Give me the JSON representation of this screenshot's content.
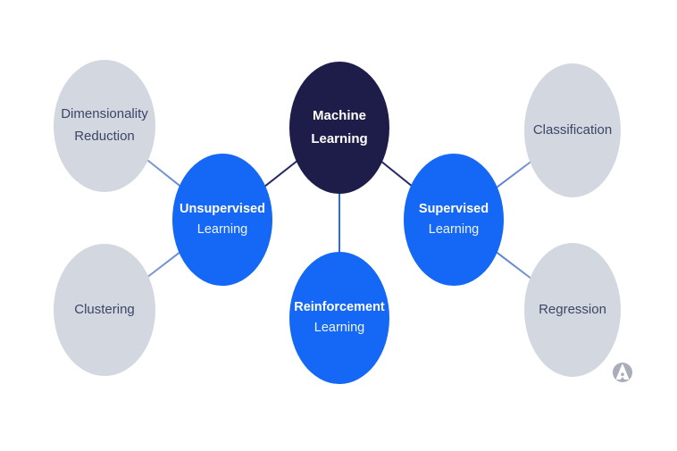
{
  "diagram": {
    "type": "concept-map",
    "topic": "Machine Learning"
  },
  "colors": {
    "background": "#ffffff",
    "root_fill": "#1e1c49",
    "branch_fill": "#1568f5",
    "leaf_fill": "#d3d7e0",
    "root_text": "#ffffff",
    "branch_text": "#ffffff",
    "leaf_text": "#3d4566",
    "edge_navy": "#262a63",
    "edge_blue": "#2c6be2",
    "edge_fade_gray": "#a8b2c9",
    "logo_gray": "#a8adb9"
  },
  "nodes": {
    "machine_learning": {
      "label": "Machine Learning"
    },
    "unsupervised": {
      "title": "Unsupervised",
      "subtitle": "Learning"
    },
    "supervised": {
      "title": "Supervised",
      "subtitle": "Learning"
    },
    "reinforcement": {
      "title": "Reinforcement",
      "subtitle": "Learning"
    },
    "dimensionality_reduction": {
      "label": "Dimensionality Reduction"
    },
    "clustering": {
      "label": "Clustering"
    },
    "classification": {
      "label": "Classification"
    },
    "regression": {
      "label": "Regression"
    }
  },
  "edges": [
    {
      "from": "machine_learning",
      "to": "unsupervised"
    },
    {
      "from": "machine_learning",
      "to": "supervised"
    },
    {
      "from": "machine_learning",
      "to": "reinforcement"
    },
    {
      "from": "unsupervised",
      "to": "dimensionality_reduction"
    },
    {
      "from": "unsupervised",
      "to": "clustering"
    },
    {
      "from": "supervised",
      "to": "classification"
    },
    {
      "from": "supervised",
      "to": "regression"
    }
  ],
  "branding": {
    "logo_icon": "letter-a-in-circle"
  }
}
